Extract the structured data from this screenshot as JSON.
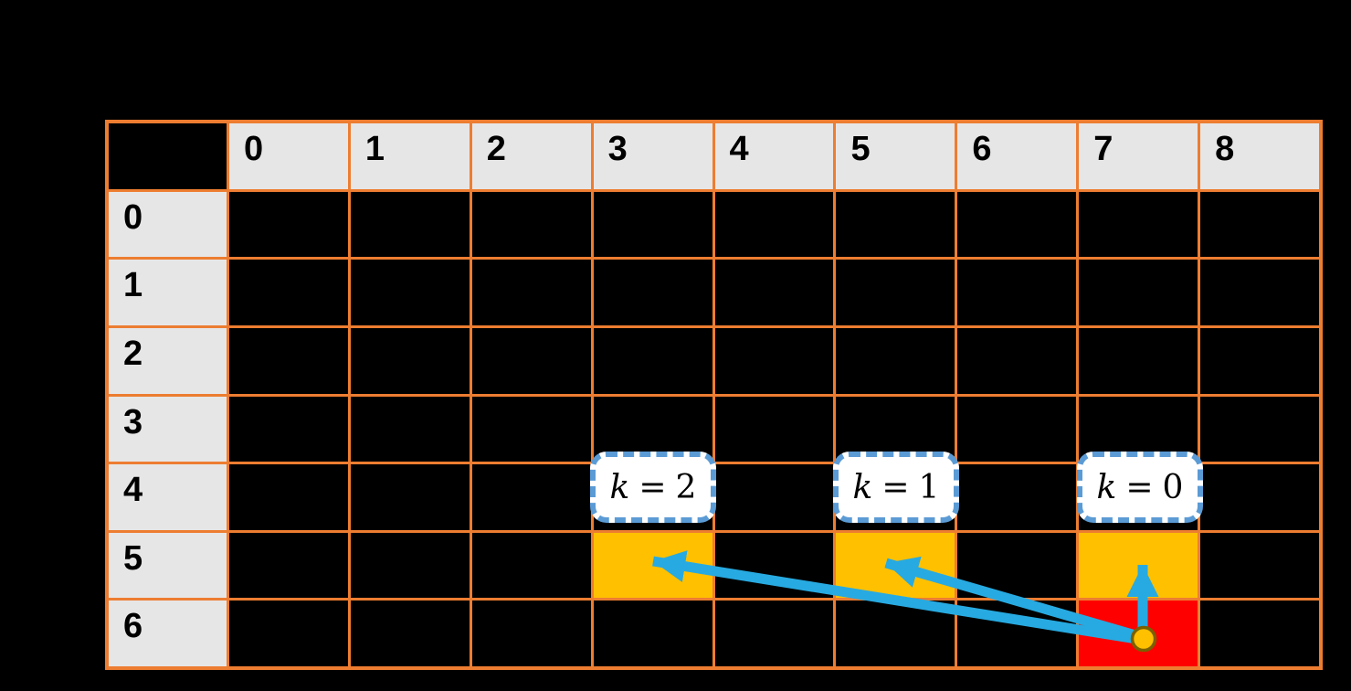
{
  "table": {
    "corner_label": "",
    "col_headers": [
      "0",
      "1",
      "2",
      "3",
      "4",
      "5",
      "6",
      "7",
      "8"
    ],
    "row_headers": [
      "0",
      "1",
      "2",
      "3",
      "4",
      "5",
      "6"
    ],
    "highlighted_cells": [
      {
        "row": 5,
        "col": 3,
        "color": "#FFC000",
        "meaning": "candidate-cell-k2"
      },
      {
        "row": 5,
        "col": 5,
        "color": "#FFC000",
        "meaning": "candidate-cell-k1"
      },
      {
        "row": 5,
        "col": 7,
        "color": "#FFC000",
        "meaning": "candidate-cell-k0"
      },
      {
        "row": 6,
        "col": 7,
        "color": "#FF0000",
        "meaning": "current-cell"
      }
    ]
  },
  "callouts": [
    {
      "variable": "k",
      "relation": "=",
      "value": "2"
    },
    {
      "variable": "k",
      "relation": "=",
      "value": "1"
    },
    {
      "variable": "k",
      "relation": "=",
      "value": "0"
    }
  ],
  "colors": {
    "background": "#000000",
    "grid_line": "#ED7D31",
    "header_fill": "#E7E6E6",
    "highlight_gold": "#FFC000",
    "highlight_red": "#FF0000",
    "arrow_blue": "#27AAE1",
    "callout_border_blue": "#5B9BD5",
    "dot_fill": "#FFC000",
    "dot_border": "#7A6000"
  }
}
